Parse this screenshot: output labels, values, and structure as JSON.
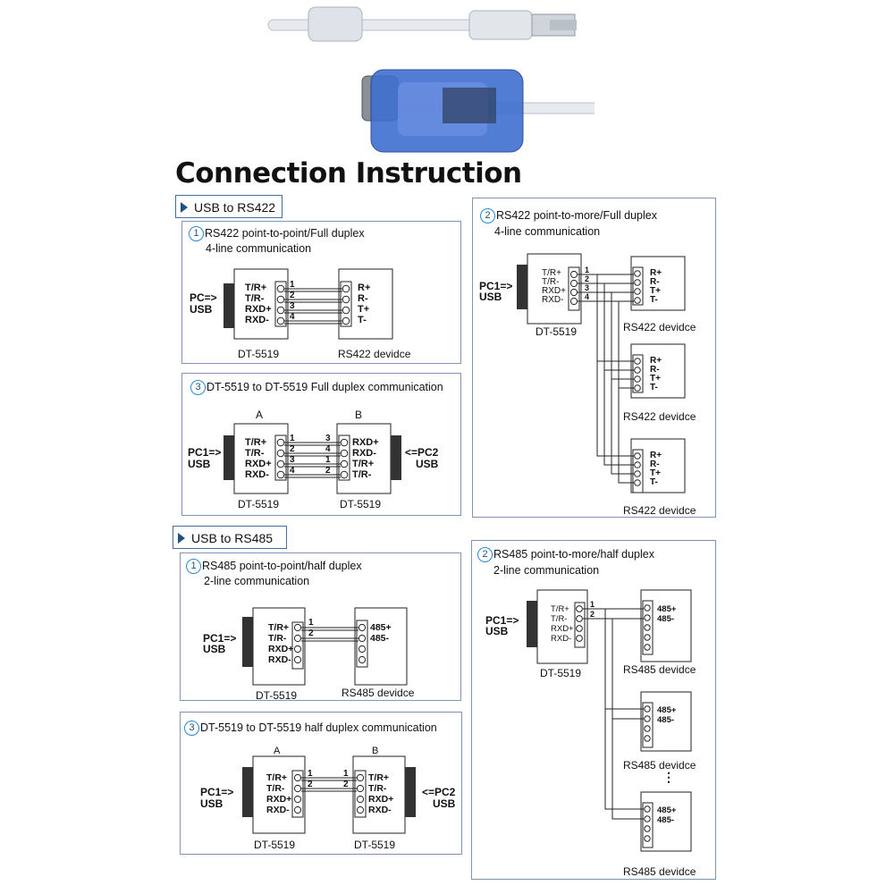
{
  "title": "Connection Instruction",
  "sections": {
    "rs422": {
      "label": "USB to RS422"
    },
    "rs485": {
      "label": "USB to RS485"
    }
  },
  "panels": {
    "p422_1": {
      "num": "1",
      "line1": "RS422 point-to-point/Full duplex",
      "line2": "4-line communication"
    },
    "p422_2": {
      "num": "2",
      "line1": "RS422 point-to-more/Full duplex",
      "line2": "4-line communication"
    },
    "p422_3": {
      "num": "3",
      "line1": "DT-5519 to DT-5519 Full duplex communication"
    },
    "p485_1": {
      "num": "1",
      "line1": "RS485 point-to-point/half duplex",
      "line2": "2-line communication"
    },
    "p485_2": {
      "num": "2",
      "line1": "RS485 point-to-more/half duplex",
      "line2": "2-line communication"
    },
    "p485_3": {
      "num": "3",
      "line1": "DT-5519 to DT-5519 half duplex communication"
    }
  },
  "labels": {
    "pc_usb": "PC=>\nUSB",
    "pc1": "PC1=>",
    "pc": "PC=>",
    "usb": "USB",
    "pc2": "<=PC2",
    "device_model": "DT-5519",
    "rs422_device": "RS422 devidce",
    "rs485_device": "RS485 devidce",
    "unit_a": "A",
    "unit_b": "B",
    "ellipsis": "⋮"
  },
  "pins": {
    "dt4": [
      "T/R+",
      "T/R-",
      "RXD+",
      "RXD-"
    ],
    "rs422": [
      "R+",
      "R-",
      "T+",
      "T-"
    ],
    "rs485": [
      "485+",
      "485-"
    ],
    "b_full": [
      "RXD+",
      "RXD-",
      "T/R+",
      "T/R-"
    ],
    "wire_nums_4": [
      "1",
      "2",
      "3",
      "4"
    ],
    "wire_nums_b": [
      "3",
      "4",
      "1",
      "2"
    ],
    "wire_nums_2": [
      "1",
      "2"
    ]
  },
  "colors": {
    "accent": "#1f4f86",
    "panel_border": "#7d97b5",
    "circle": "#2b8ad4"
  }
}
